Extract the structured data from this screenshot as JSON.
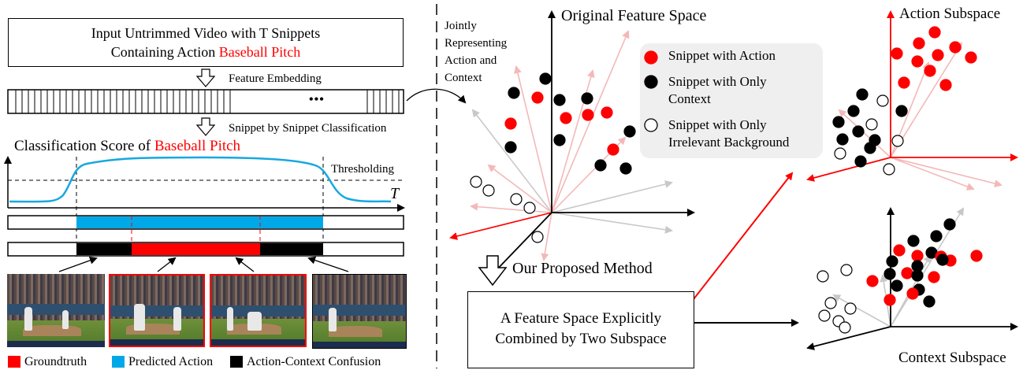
{
  "left_panel": {
    "input_box": {
      "line1": "Input Untrimmed Video with T Snippets",
      "line2_prefix": "Containing Action ",
      "line2_action": "Baseball Pitch"
    },
    "feature_embedding": "Feature Embedding",
    "ellipsis": "•••",
    "snippet_classification": "Snippet by Snippet Classification",
    "score_title_prefix": "Classification Score of ",
    "score_title_action": "Baseball Pitch",
    "thresholding": "Thresholding",
    "time_label": "T",
    "frames": [
      "frame-1",
      "frame-2",
      "frame-3",
      "frame-4"
    ],
    "legend": [
      {
        "label": "Groundtruth",
        "color": "#ff0000"
      },
      {
        "label": "Predicted Action",
        "color": "#00a8e8"
      },
      {
        "label": "Action-Context Confusion",
        "color": "#000000"
      }
    ]
  },
  "right_panel": {
    "jointly_text": [
      "Jointly",
      "Representing",
      "Action and",
      "Context"
    ],
    "original_space": "Original Feature Space",
    "legend": [
      {
        "label": [
          "Snippet with Action"
        ],
        "fill": "#ff0000",
        "stroke": "#ff0000"
      },
      {
        "label": [
          "Snippet with Only",
          "Context"
        ],
        "fill": "#000000",
        "stroke": "#000000"
      },
      {
        "label": [
          "Snippet with Only",
          "Irrelevant Background"
        ],
        "fill": "#ffffff",
        "stroke": "#000000"
      }
    ],
    "proposed_method": "Our Proposed Method",
    "combined_box": [
      "A Feature Space Explicitly",
      "Combined by Two Subspace"
    ],
    "action_subspace": "Action Subspace",
    "context_subspace": "Context Subspace"
  }
}
